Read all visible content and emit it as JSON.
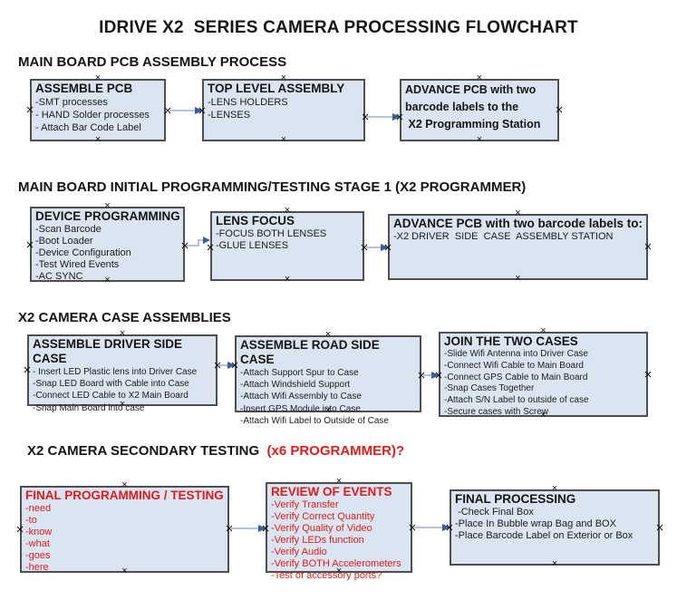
{
  "title": "IDRIVE X2  SERIES CAMERA PROCESSING FLOWCHART",
  "colors": {
    "box_fill": "#dbe5f1",
    "box_border": "#4f4f4f",
    "arrow_line": "#9fb0d0",
    "arrow_head": "#3a5e9b",
    "red_text": "#e11b1b"
  },
  "sections": [
    {
      "header": "MAIN BOARD PCB ASSEMBLY PROCESS",
      "boxes": [
        {
          "title": "ASSEMBLE PCB",
          "items": [
            "-SMT processes",
            "- HAND Solder processes",
            "- Attach Bar Code Label"
          ]
        },
        {
          "title": "TOP LEVEL ASSEMBLY",
          "items": [
            "-LENS HOLDERS",
            "-LENSES"
          ]
        },
        {
          "lines": [
            "ADVANCE PCB with two",
            "barcode labels to the",
            " X2 Programming Station"
          ]
        }
      ]
    },
    {
      "header": "MAIN BOARD INITIAL PROGRAMMING/TESTING STAGE 1 (X2 PROGRAMMER)",
      "boxes": [
        {
          "title": "DEVICE PROGRAMMING",
          "items": [
            "-Scan Barcode",
            "-Boot Loader",
            "-Device Configuration",
            "-Test Wired Events",
            "-AC SYNC"
          ]
        },
        {
          "title": "LENS FOCUS",
          "items": [
            "-FOCUS BOTH LENSES",
            "-GLUE LENSES"
          ]
        },
        {
          "title": "ADVANCE PCB with two barcode labels to:",
          "items": [
            "-X2 DRIVER  SIDE  CASE  ASSEMBLY STATION"
          ]
        }
      ]
    },
    {
      "header": "X2 CAMERA CASE ASSEMBLIES",
      "boxes": [
        {
          "title": "ASSEMBLE DRIVER SIDE CASE",
          "items": [
            "- Insert LED Plastic lens into Driver Case",
            "-Snap LED Board with Cable into Case",
            "-Connect LED Cable to X2 Main Board",
            "-Snap Main Board into case"
          ]
        },
        {
          "title": "ASSEMBLE ROAD SIDE CASE",
          "items": [
            "-Attach Support Spur to Case",
            "-Attach Windshield Support",
            "-Attach Wifi Assembly to Case",
            "-Insert GPS Module into Case",
            "-Attach Wifi Label to Outside of Case"
          ]
        },
        {
          "title": "JOIN THE TWO CASES",
          "items": [
            "-Slide Wifi Antenna into Driver Case",
            "-Connect Wifi Cable to Main Board",
            "-Connect GPS Cable to Main Board",
            "-Snap Cases Together",
            "-Attach S/N Label to outside of case",
            "-Secure cases with Screw"
          ]
        }
      ]
    },
    {
      "header": "X2 CAMERA SECONDARY TESTING  ",
      "header_suffix": "(x6 PROGRAMMER)?",
      "boxes": [
        {
          "title": "FINAL PROGRAMMING / TESTING",
          "items": [
            "-need",
            "-to",
            "-know",
            "-what",
            "-goes",
            "-here"
          ]
        },
        {
          "title": "REVIEW OF EVENTS",
          "items": [
            "-Verify Transfer",
            "-Verify Correct Quantity",
            "-Verify Quality of Video",
            "-Verify LEDs function",
            "-Verify Audio",
            "-Verify BOTH Accelerometers",
            "-Test of accessory ports?"
          ]
        },
        {
          "title": "FINAL PROCESSING",
          "items": [
            " -Check Final Box",
            "-Place In Bubble wrap Bag and BOX",
            "-Place Barcode Label on Exterior or Box"
          ]
        }
      ]
    }
  ]
}
